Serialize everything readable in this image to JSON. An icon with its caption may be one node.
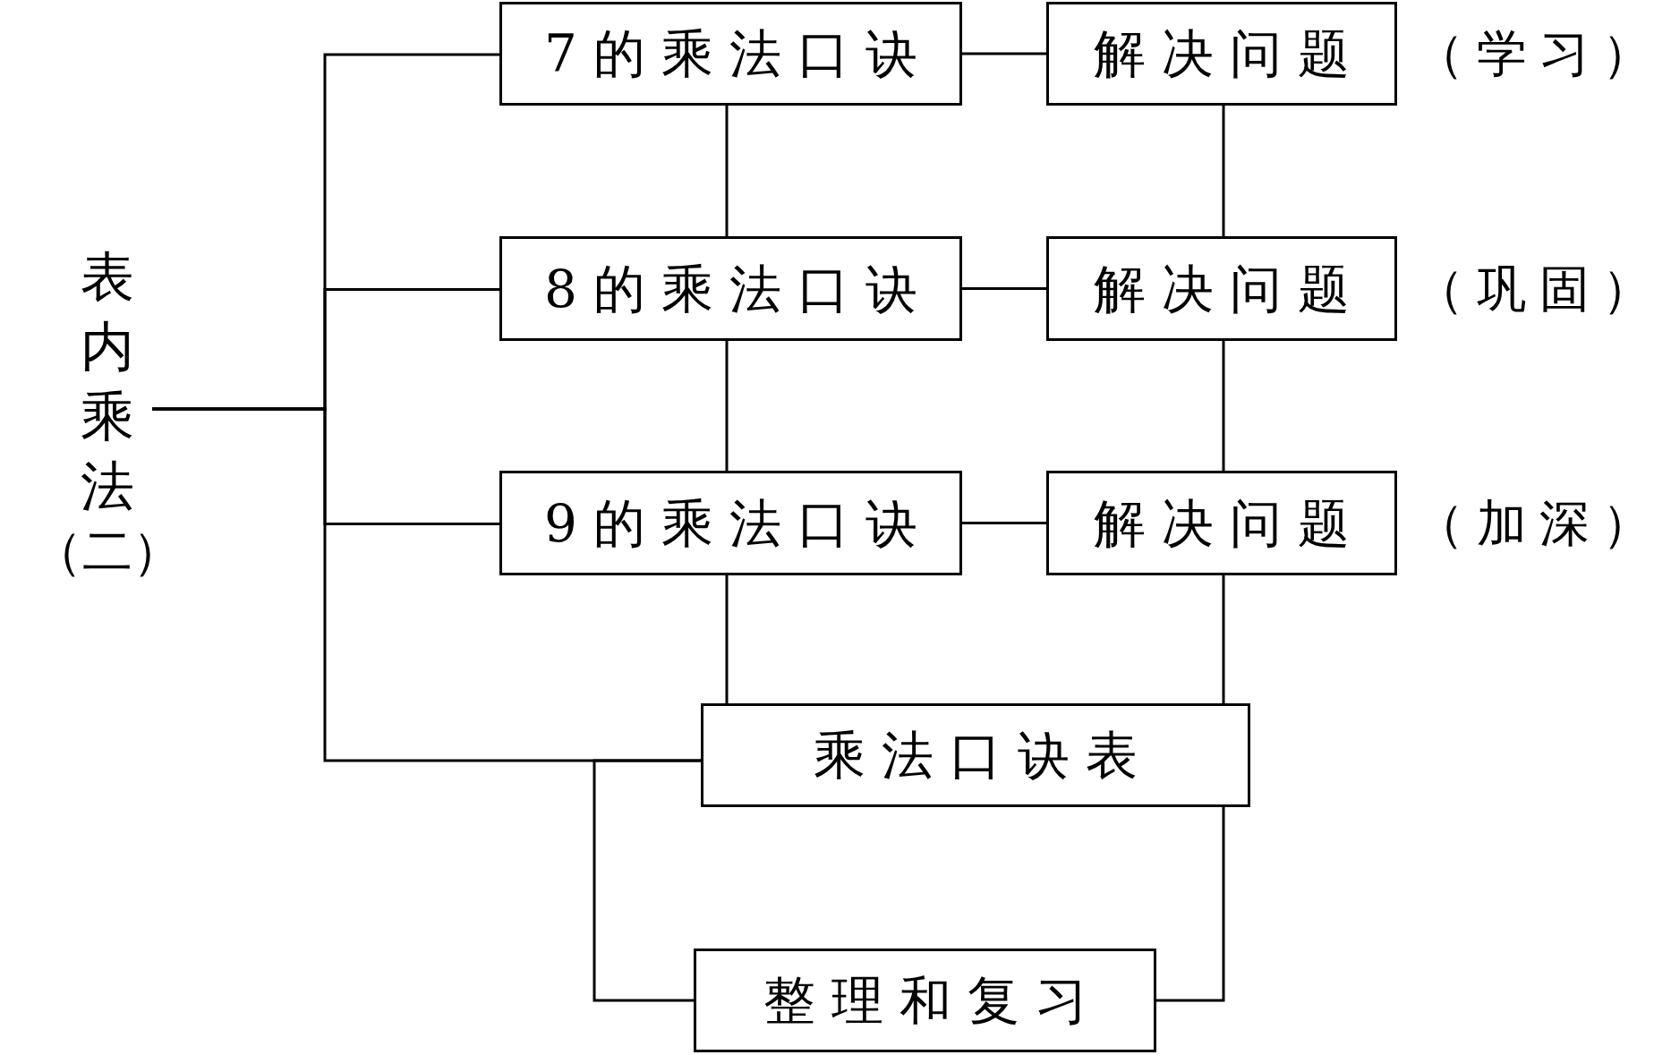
{
  "diagram": {
    "nodes": [
      {
        "text": [
          "表内乘法",
          "（二）"
        ]
      },
      {
        "text": [
          "7的乘法口诀"
        ]
      },
      {
        "text": [
          "解决问题"
        ],
        "beside": [
          "（学习）"
        ]
      },
      {
        "text": [
          "8的乘法口诀"
        ]
      },
      {
        "text": [
          "解决问题"
        ],
        "beside": [
          "（巩固）"
        ]
      },
      {
        "text": [
          "9的乘法口诀"
        ]
      },
      {
        "text": [
          "解决问题"
        ],
        "beside": [
          "（加深）"
        ]
      },
      {
        "text": [
          "乘法口诀表"
        ]
      },
      {
        "text": [
          "整理和复习"
        ]
      }
    ],
    "edges": [
      {
        "from": 0,
        "to": 1,
        "arrow": "none"
      },
      {
        "from": 0,
        "to": 3,
        "arrow": "none"
      },
      {
        "from": 0,
        "to": 5,
        "arrow": "none"
      },
      {
        "from": 0,
        "to": 7,
        "arrow": "none"
      },
      {
        "from": 1,
        "to": 2,
        "arrow": "none"
      },
      {
        "from": 3,
        "to": 4,
        "arrow": "none"
      },
      {
        "from": 5,
        "to": 6,
        "arrow": "none"
      },
      {
        "from": 1,
        "to": 3,
        "arrow": "none"
      },
      {
        "from": 3,
        "to": 5,
        "arrow": "none"
      },
      {
        "from": 5,
        "to": 7,
        "arrow": "none"
      },
      {
        "from": 2,
        "to": 4,
        "arrow": "none"
      },
      {
        "from": 4,
        "to": 6,
        "arrow": "none"
      },
      {
        "from": 6,
        "to": 7,
        "arrow": "none"
      },
      {
        "from": 7,
        "to": 8,
        "arrow": "none"
      },
      {
        "from": 7,
        "to": 8,
        "arrow": "none"
      }
    ]
  }
}
